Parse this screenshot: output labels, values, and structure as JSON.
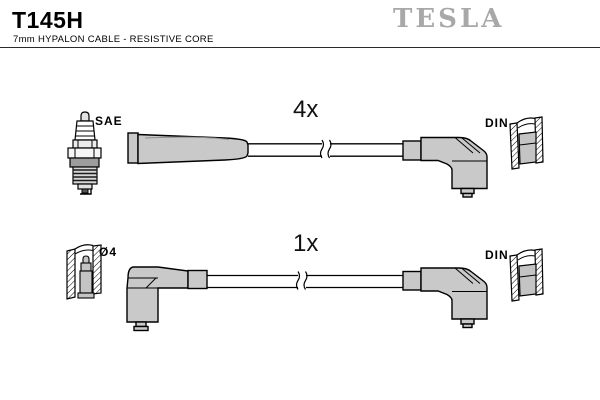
{
  "header": {
    "part_number": "T145H",
    "subtitle": "7mm HYPALON CABLE - RESISTIVE CORE",
    "brand": "TESLA"
  },
  "rows": [
    {
      "quantity": "4x",
      "left_connector_label": "SAE",
      "right_connector_label": "DIN",
      "left_icon": "spark-plug-icon",
      "right_icon": "din-socket-cross-section-icon",
      "cable_style": "straight boot to 90-degree angled boot with break mark"
    },
    {
      "quantity": "1x",
      "left_connector_label": "Ø4",
      "right_connector_label": "DIN",
      "left_icon": "pin-terminal-cross-section-icon",
      "right_icon": "din-socket-cross-section-icon",
      "cable_style": "90-degree angled boot to 90-degree angled boot with break mark"
    }
  ],
  "colors": {
    "background": "#ffffff",
    "outline": "#000000",
    "boot_fill": "#c9c9c9",
    "logo_gray": "#a8a8a8"
  }
}
